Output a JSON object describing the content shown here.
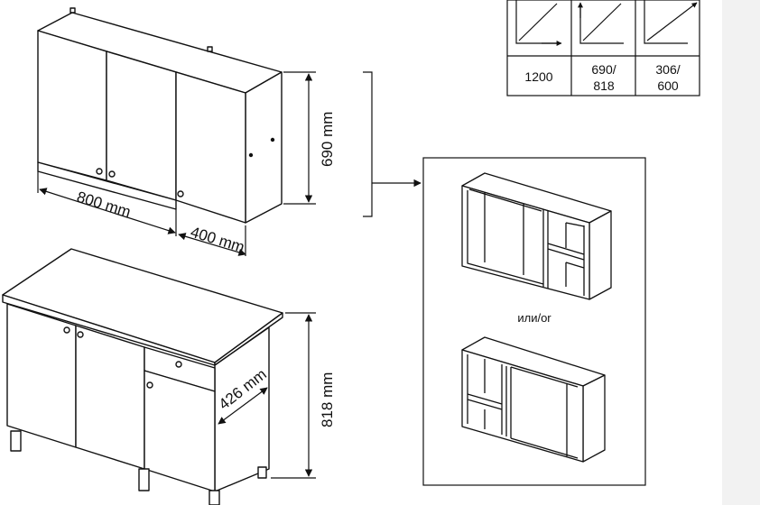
{
  "wall_cabinet": {
    "width_label": "800 mm",
    "depth_label": "400 mm",
    "height_label": "690 mm"
  },
  "base_cabinet": {
    "depth_label": "426 mm",
    "height_label": "818 mm"
  },
  "spec_table": {
    "columns": [
      {
        "icon": "width-arrow-icon",
        "value_line1": "1200",
        "value_line2": ""
      },
      {
        "icon": "height-arrow-icon",
        "value_line1": "690/",
        "value_line2": "818"
      },
      {
        "icon": "depth-arrow-icon",
        "value_line1": "306/",
        "value_line2": "600"
      }
    ]
  },
  "variants": {
    "separator_label": "или/or"
  },
  "colors": {
    "line": "#111111",
    "background": "#ffffff",
    "strip": "#f2f2f2"
  }
}
